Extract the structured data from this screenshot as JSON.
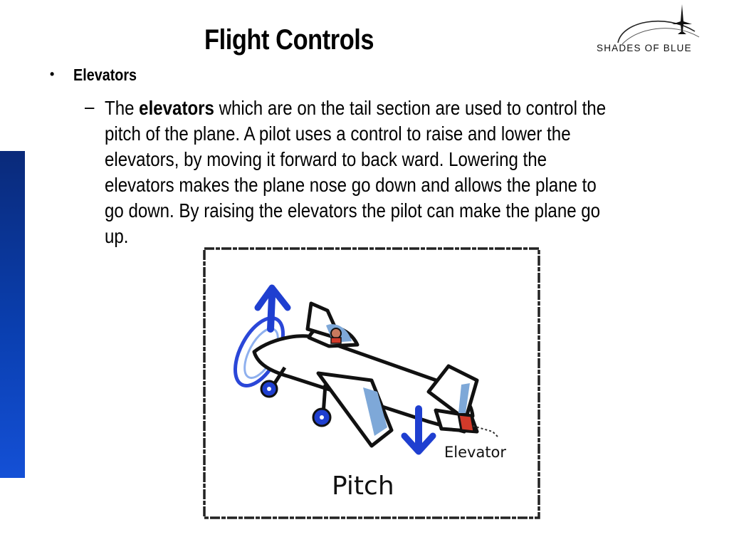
{
  "slide": {
    "title": "Flight Controls",
    "bullet": {
      "marker": "•",
      "label": "Elevators"
    },
    "sub_bullet": {
      "marker": "–",
      "lead": "The ",
      "bold": "elevators",
      "line1_rest": " which are on the tail section are used to control the",
      "line2": "pitch of the plane. A pilot uses a control to raise and lower the",
      "line3": "elevators, by moving it forward to back ward. Lowering the",
      "line4": "elevators makes the plane nose go down and allows the plane to",
      "line5": "go down. By raising the elevators the pilot can make the plane go",
      "line6": "up."
    }
  },
  "logo": {
    "text": "SHADES OF BLUE"
  },
  "figure": {
    "caption": "Pitch",
    "callout": "Elevator"
  },
  "colors": {
    "sidebar_top": "#0a2a7a",
    "sidebar_bottom": "#1450d6",
    "arrow_blue": "#1f3fd0",
    "panel_blue": "#7ea8d8",
    "elevator_red": "#d23a2a"
  }
}
